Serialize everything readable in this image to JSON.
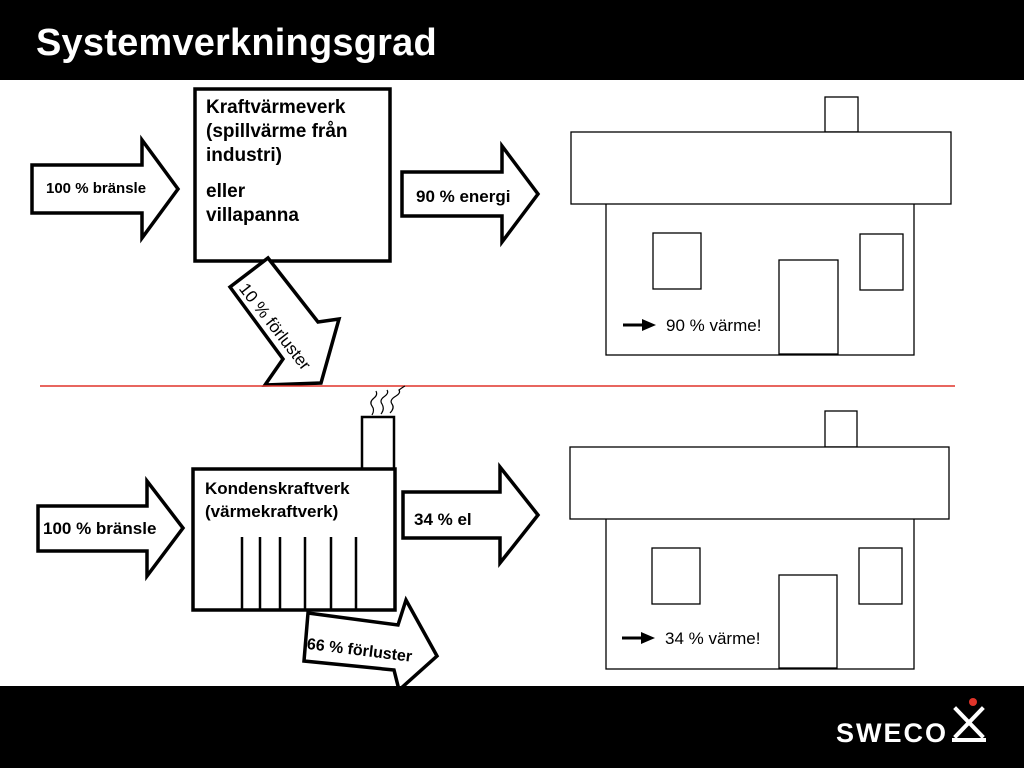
{
  "slide": {
    "title": "Systemverkningsgrad"
  },
  "top": {
    "input_arrow": "100 % bränsle",
    "plant_name": "Kraftvärmeverk",
    "plant_detail": "(spillvärme från industri)",
    "plant_or": "eller",
    "plant_alt": "villapanna",
    "output_arrow": "90 % energi",
    "loss_arrow": "10 % förluster",
    "house_label": "90 % värme!"
  },
  "bottom": {
    "input_arrow": "100 % bränsle",
    "plant_name": "Kondenskraftverk",
    "plant_detail": "(värmekraftverk)",
    "output_arrow": "34 % el",
    "loss_arrow": "66 % förluster",
    "house_label": "34 % värme!"
  },
  "footer": {
    "brand": "SWECO"
  },
  "colors": {
    "header_bg": "#000000",
    "footer_bg": "#000000",
    "divider": "#e0342a",
    "logo_dot": "#e0342a"
  },
  "icons": {
    "logo": "sweco-logo-icon",
    "small_arrow": "arrow-right-icon",
    "smoke": "smoke-icon"
  }
}
